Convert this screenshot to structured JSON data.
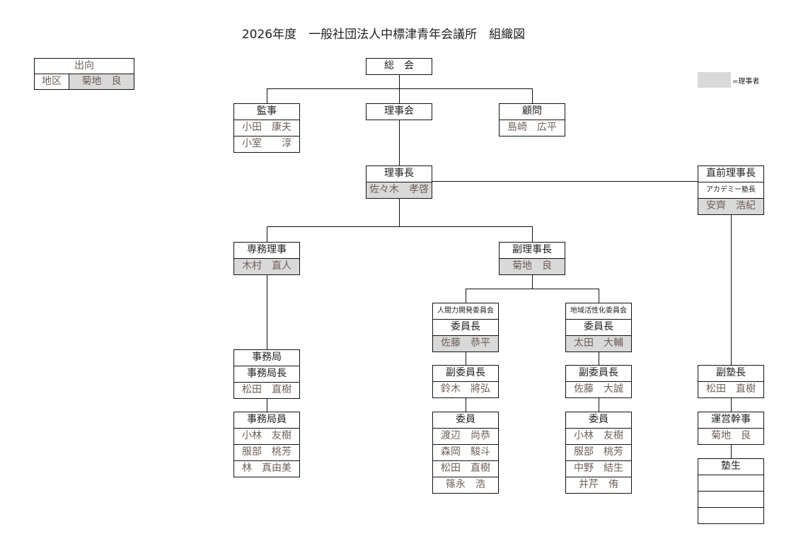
{
  "title": "2026年度　一般社団法人中標津青年会議所　組織図",
  "legend": {
    "label": "=理事者",
    "color": "#d9d9d9"
  },
  "shukko": {
    "header": "出向",
    "label": "地区",
    "name": "菊地　良"
  },
  "boxes": {
    "sokai": [
      {
        "text": "総　会"
      }
    ],
    "kanji": [
      {
        "text": "監事"
      },
      {
        "text": "小田　康夫",
        "name": true
      },
      {
        "text": "小室　　淳",
        "name": true
      }
    ],
    "rijikai": [
      {
        "text": "理事会"
      }
    ],
    "komon": [
      {
        "text": "顧問"
      },
      {
        "text": "島崎　広平",
        "name": true
      }
    ],
    "rijicho": [
      {
        "text": "理事長"
      },
      {
        "text": "佐々木　孝啓",
        "name": true,
        "gray": true
      }
    ],
    "chokuzen": [
      {
        "text": "直前理事長"
      },
      {
        "text": "アカデミー塾長",
        "small": true
      },
      {
        "text": "安齊　浩紀",
        "name": true,
        "gray": true
      }
    ],
    "senmu": [
      {
        "text": "専務理事"
      },
      {
        "text": "木村　直人",
        "name": true,
        "gray": true
      }
    ],
    "fukurijicho": [
      {
        "text": "副理事長"
      },
      {
        "text": "菊地　良",
        "name": true,
        "gray": true
      }
    ],
    "jimukyoku": [
      {
        "text": "事務局"
      },
      {
        "text": "事務局長"
      },
      {
        "text": "松田　直樹",
        "name": true
      }
    ],
    "jimukyokuin": [
      {
        "text": "事務局員"
      },
      {
        "text": "小林　友樹",
        "name": true
      },
      {
        "text": "服部　桃芳",
        "name": true
      },
      {
        "text": "林　真由美",
        "name": true
      }
    ],
    "ningen_cho": [
      {
        "text": "人間力開発委員会",
        "small": true
      },
      {
        "text": "委員長"
      },
      {
        "text": "佐藤　恭平",
        "name": true,
        "gray": true
      }
    ],
    "ningen_fuku": [
      {
        "text": "副委員長"
      },
      {
        "text": "鈴木　將弘",
        "name": true
      }
    ],
    "ningen_iin": [
      {
        "text": "委員"
      },
      {
        "text": "渡辺　尚恭",
        "name": true
      },
      {
        "text": "森岡　駿斗",
        "name": true
      },
      {
        "text": "松田　直樹",
        "name": true
      },
      {
        "text": "篠永　浩",
        "name": true
      }
    ],
    "chiiki_cho": [
      {
        "text": "地域活性化委員会",
        "small": true
      },
      {
        "text": "委員長"
      },
      {
        "text": "太田　大輔",
        "name": true,
        "gray": true
      }
    ],
    "chiiki_fuku": [
      {
        "text": "副委員長"
      },
      {
        "text": "佐藤　大誠",
        "name": true
      }
    ],
    "chiiki_iin": [
      {
        "text": "委員"
      },
      {
        "text": "小林　友樹",
        "name": true
      },
      {
        "text": "服部　桃芳",
        "name": true
      },
      {
        "text": "中野　結生",
        "name": true
      },
      {
        "text": "井芹　侑",
        "name": true
      }
    ],
    "fukujukucho": [
      {
        "text": "副塾長"
      },
      {
        "text": "松田　直樹",
        "name": true
      }
    ],
    "unei": [
      {
        "text": "運営幹事"
      },
      {
        "text": "菊地　良",
        "name": true
      }
    ],
    "jukusei": [
      {
        "text": "塾生"
      },
      {
        "text": ""
      },
      {
        "text": ""
      },
      {
        "text": ""
      }
    ]
  }
}
